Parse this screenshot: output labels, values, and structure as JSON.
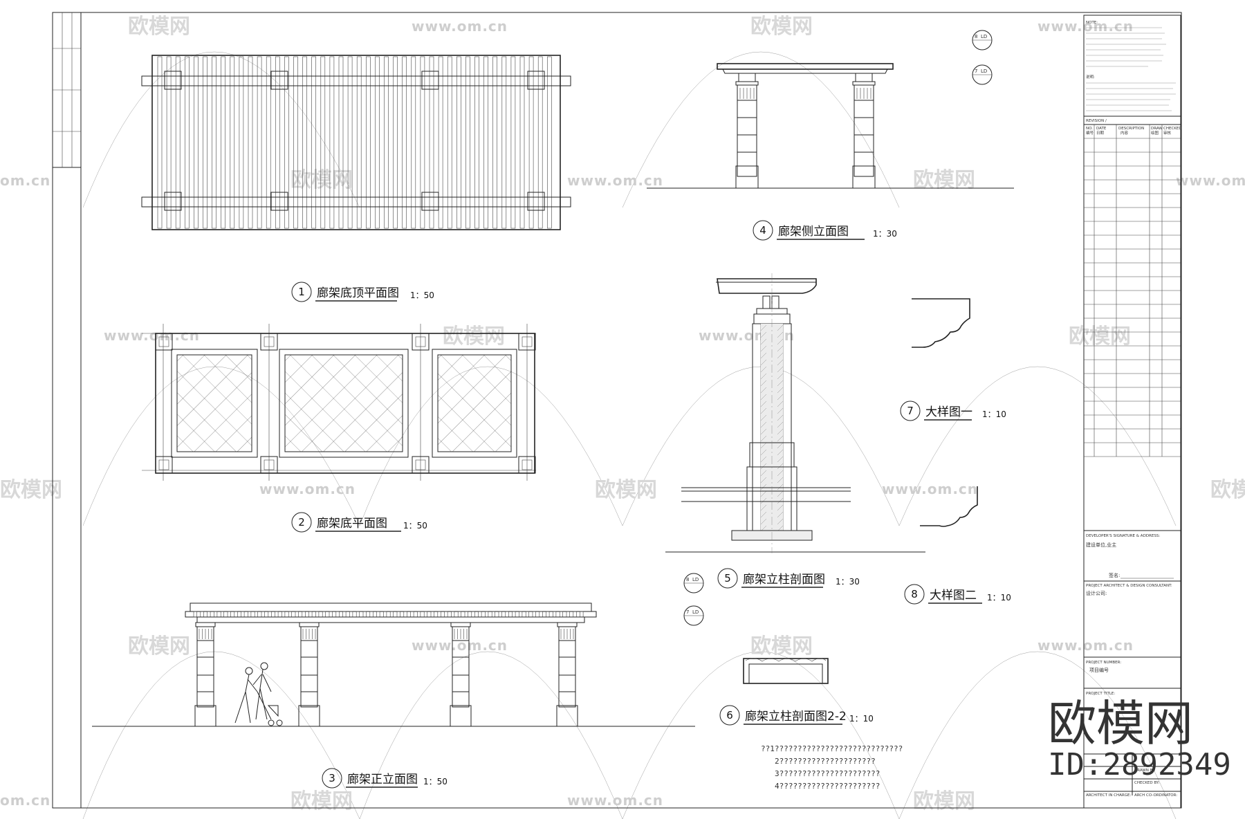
{
  "views": [
    {
      "num": "1",
      "title": "廊架底顶平面图",
      "scale": "1：50"
    },
    {
      "num": "2",
      "title": "廊架底平面图",
      "scale": "1：50"
    },
    {
      "num": "3",
      "title": "廊架正立面图",
      "scale": "1：50"
    },
    {
      "num": "4",
      "title": "廊架侧立面图",
      "scale": "1：30"
    },
    {
      "num": "5",
      "title": "廊架立柱剖面图",
      "scale": "1：30"
    },
    {
      "num": "6",
      "title": "廊架立柱剖面图2-2",
      "scale": "1：10"
    },
    {
      "num": "7",
      "title": "大样图一",
      "scale": "1：10"
    },
    {
      "num": "8",
      "title": "大样图二",
      "scale": "1：10"
    }
  ],
  "callouts": {
    "ref8": "8",
    "ref7": "7",
    "sheet_ref": "LD"
  },
  "notes": [
    "??1????????????????????????????",
    "2?????????????????????",
    "3??????????????????????",
    "4??????????????????????"
  ],
  "title_block": {
    "revision": "REVISION /",
    "rev_cols": [
      "NO.",
      "DATE",
      "DESCRIPTION",
      "DRAW",
      "CHECKED"
    ],
    "rev_cols_cn": [
      "编号",
      "日期",
      "内容",
      "绘图",
      "审核"
    ],
    "developer": "DEVELOPER'S SIGNATURE & ADDRESS:",
    "developer_cn": "建设单位,业主",
    "sign": "签名:",
    "architect": "PROJECT ARCHITECT & DESIGN CONSULTANT:",
    "architect_cn": "设计公司:",
    "project_number": "PROJECT NUMBER:",
    "project_number_cn": "项目编号",
    "project_title": "PROJECT TITLE:",
    "drawn_by": "DRAWN BY:",
    "checked_by": "CHECKED BY:",
    "in_charge": "ARCHITECT IN CHARGE:",
    "coordinator": "ARCH CO-ORDINATOR:",
    "note_en": "NOTE:",
    "note_cn": "说明:"
  },
  "watermarks": {
    "url": "www.om.cn",
    "url_short": "om.cn",
    "cn": "欧模网"
  },
  "brand": {
    "logo_text": "欧模网",
    "id_text": "ID:2892349"
  }
}
